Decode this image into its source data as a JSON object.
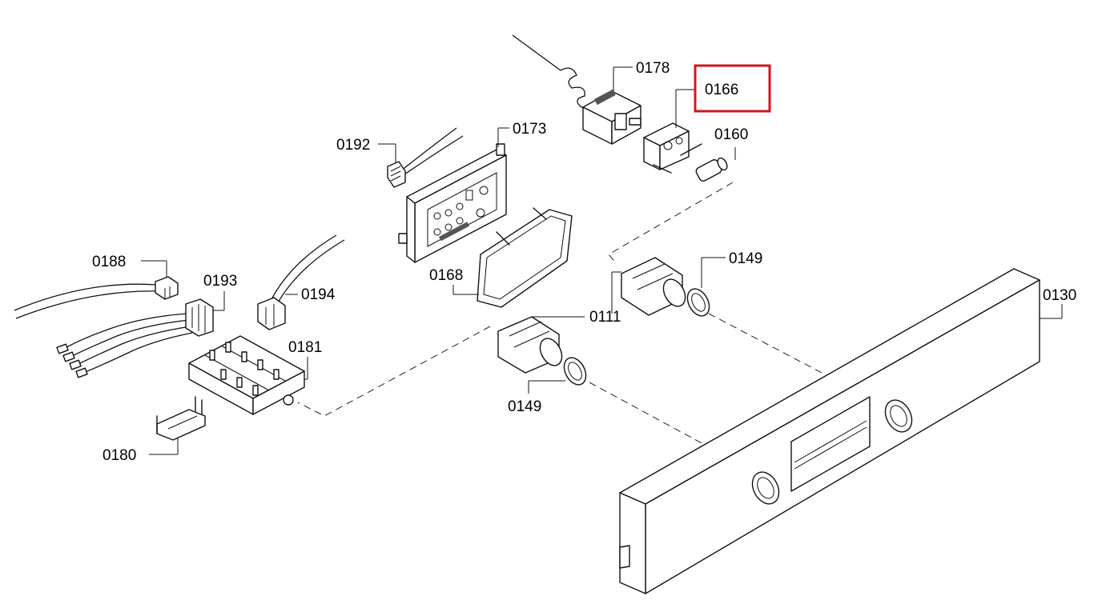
{
  "diagram": {
    "highlight_color": "#d0161b",
    "highlighted_part": "0166",
    "labels": {
      "p0178": "0178",
      "p0166": "0166",
      "p0160": "0160",
      "p0192": "0192",
      "p0173": "0173",
      "p0168": "0168",
      "p0188": "0188",
      "p0193": "0193",
      "p0194": "0194",
      "p0181": "0181",
      "p0180": "0180",
      "p0111": "0111",
      "p0149a": "0149",
      "p0149b": "0149",
      "p0130": "0130"
    }
  }
}
